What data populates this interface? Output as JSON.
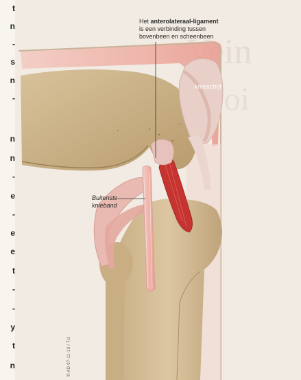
{
  "margin_text": {
    "letters": [
      "t",
      "n",
      "-",
      "s",
      "n",
      "-",
      "",
      "n",
      "n",
      "-",
      "e",
      "-",
      "e",
      "e",
      "t",
      "-",
      "-",
      "y",
      "t",
      "n"
    ]
  },
  "illustration": {
    "callout": {
      "prefix": "Het ",
      "bold": "anterolateraal-ligament",
      "line2": "is een verbinding tussen",
      "line3": "bovenbeen en scheenbeen"
    },
    "label_kneecap": "knieschijf",
    "label_band_line1": "Buitenste",
    "label_band_line2": "knieband",
    "credit": "© AD 07-11-13 / TU"
  },
  "colors": {
    "bone": "#cdb48a",
    "bone_shadow": "#a58c63",
    "ligament_red": "#c0302e",
    "tendon": "#e6c9c6",
    "pink_bg": "#efb9b1"
  }
}
